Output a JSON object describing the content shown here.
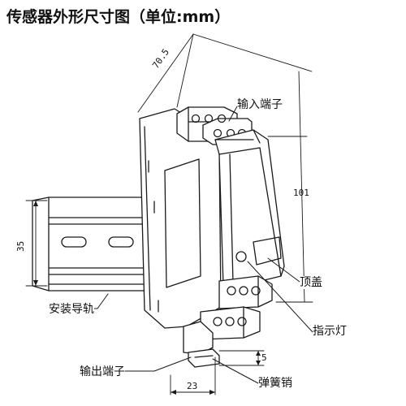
{
  "title": "传感器外形尺寸图（单位:mm）",
  "labels": {
    "input_terminal": "输入端子",
    "top_cover": "顶盖",
    "rail": "安装导轨",
    "indicator": "指示灯",
    "output_terminal": "输出端子",
    "spring_pin": "弹簧销"
  },
  "dimensions": {
    "depth": "70.5",
    "height": "101",
    "rail_height": "35",
    "width": "23",
    "pin": "5"
  },
  "colors": {
    "line": "#1a1a1a",
    "background": "#ffffff"
  }
}
